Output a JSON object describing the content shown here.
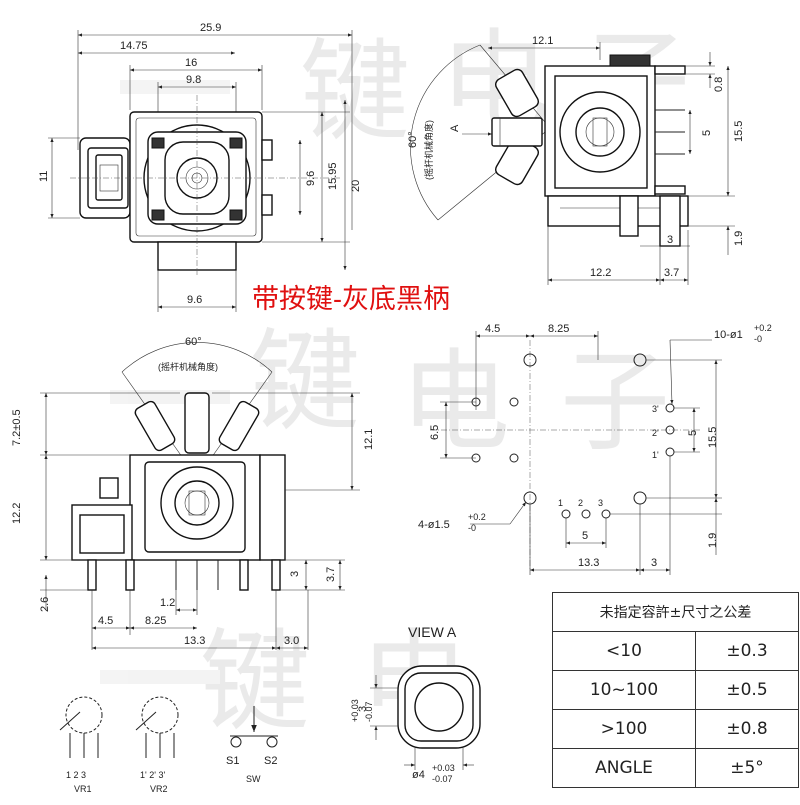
{
  "title_red": "带按键-灰底黑柄",
  "top_view": {
    "dims": [
      "25.9",
      "14.75",
      "16",
      "9.8",
      "11",
      "9.6",
      "15.95",
      "20",
      "9.6"
    ]
  },
  "side_view": {
    "angle": "60°",
    "angle_caption": "(摇杆机械角度)",
    "view_marker": "A",
    "dims": [
      "12.1",
      "0.8",
      "5",
      "15.5",
      "3",
      "1.9",
      "12.2",
      "3.7"
    ]
  },
  "front_view": {
    "angle": "60°",
    "angle_caption": "(摇杆机械角度)",
    "dims": [
      "7.2±0.5",
      "12.2",
      "12.1",
      "3",
      "3.7",
      "2.6",
      "1.2",
      "4.5",
      "8.25",
      "13.3",
      "3.0"
    ]
  },
  "pcb_layout": {
    "dims": [
      "4.5",
      "8.25",
      "6.5",
      "5",
      "15.5",
      "13.3",
      "3",
      "5",
      "1.9"
    ],
    "hole_small": "10-ø1",
    "hole_small_tol_top": "+0.2",
    "hole_small_tol_bottom": "-0",
    "hole_large": "4-ø1.5",
    "hole_large_tol_top": "+0.2",
    "hole_large_tol_bottom": "-0",
    "pin_labels_right": [
      "3'",
      "2'",
      "1'"
    ],
    "pin_labels_bottom": [
      "1",
      "2",
      "3"
    ]
  },
  "view_a": {
    "title": "VIEW  A",
    "dim_left": "3",
    "dim_left_tol_top": "+0.03",
    "dim_left_tol_bottom": "-0.07",
    "dim_bottom": "ø4",
    "dim_bottom_tol_top": "+0.03",
    "dim_bottom_tol_bottom": "-0.07"
  },
  "schematic": {
    "vr1_pins": "1 2 3",
    "vr1_label": "VR1",
    "vr2_pins": "1' 2' 3'",
    "vr2_label": "VR2",
    "sw_s1": "S1",
    "sw_s2": "S2",
    "sw_label": "SW"
  },
  "tolerance_table": {
    "header": "未指定容許±尺寸之公差",
    "rows": [
      {
        "range": "<10",
        "tol": "±0.3"
      },
      {
        "range": "10~100",
        "tol": "±0.5"
      },
      {
        "range": ">100",
        "tol": "±0.8"
      },
      {
        "range": "ANGLE",
        "tol": "±5°"
      }
    ]
  },
  "watermark_chars": [
    "键",
    "电",
    "子",
    "键",
    "电",
    "子",
    "键",
    "电"
  ]
}
